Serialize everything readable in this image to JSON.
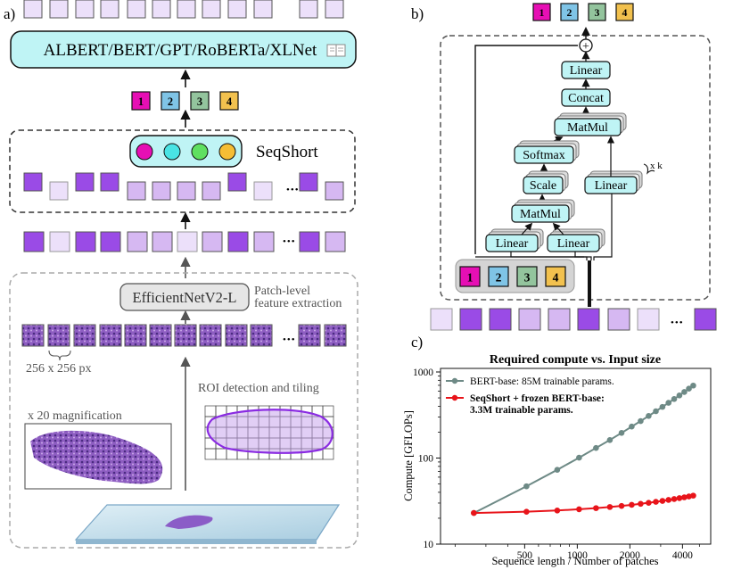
{
  "panels": {
    "a": "a)",
    "b": "b)",
    "c": "c)"
  },
  "panel_a": {
    "model_box": "ALBERT/BERT/GPT/RoBERTa/XLNet",
    "book_icon": "book-icon",
    "class_labels": [
      "1",
      "2",
      "3",
      "4"
    ],
    "seqshort_label": "SeqShort",
    "ellipsis": "•••",
    "effnet_label": "EfficientNetV2-L",
    "patch_feat_line1": "Patch-level",
    "patch_feat_line2": "feature extraction",
    "tile_size": "256 x 256 px",
    "magnification": "x 20 magnification",
    "roi_label": "ROI detection and tiling"
  },
  "panel_b": {
    "class_labels": [
      "1",
      "2",
      "3",
      "4"
    ],
    "plus": "+",
    "linear_top": "Linear",
    "concat": "Concat",
    "matmul_top": "MatMul",
    "softmax": "Softmax",
    "scale": "Scale",
    "linear_mid": "Linear",
    "repeat": "x k",
    "matmul_bottom": "MatMul",
    "linear_q": "Linear",
    "linear_k": "Linear",
    "ellipsis": "•••"
  },
  "colors": {
    "class1": "#e60fb4",
    "class2": "#7fc4e6",
    "class3": "#93c49d",
    "class4": "#f2c14e",
    "cyan": "#bff4f5",
    "dark_purple": "#9a4be6",
    "light_purple": "#d6b8f2",
    "pale_purple": "#ece0fa"
  },
  "chart_data": {
    "type": "line",
    "title": "Required compute vs. Input size",
    "xlabel": "Sequence length / Number of patches",
    "ylabel": "Compute [GFLOPs]",
    "xscale": "log",
    "yscale": "log",
    "xlim": [
      165,
      5800
    ],
    "ylim": [
      10,
      1100
    ],
    "xticks": [
      500,
      1000,
      2000,
      4000
    ],
    "xticklabels": [
      "500",
      "1000",
      "2000",
      "4000"
    ],
    "yticks": [
      10,
      100,
      1000
    ],
    "yticklabels": [
      "10",
      "100",
      "1000"
    ],
    "legend_position": "top-left",
    "series": [
      {
        "name": "BERT-base: 85M trainable params.",
        "color": "#6e8a86",
        "x": [
          256,
          512,
          768,
          1024,
          1280,
          1536,
          1792,
          2048,
          2304,
          2560,
          2816,
          3072,
          3328,
          3584,
          3840,
          4096,
          4352,
          4608
        ],
        "y": [
          23,
          47,
          73,
          101,
          131,
          162,
          196,
          232,
          269,
          308,
          350,
          393,
          438,
          485,
          534,
          585,
          640,
          695
        ]
      },
      {
        "name": "SeqShort + frozen BERT-base: 3.3M trainable params.",
        "color": "#e8141a",
        "x": [
          256,
          512,
          768,
          1024,
          1280,
          1536,
          1792,
          2048,
          2304,
          2560,
          2816,
          3072,
          3328,
          3584,
          3840,
          4096,
          4352,
          4608
        ],
        "y": [
          23.0,
          23.8,
          24.6,
          25.4,
          26.2,
          27.0,
          27.8,
          28.6,
          29.4,
          30.2,
          31.0,
          31.8,
          32.6,
          33.4,
          34.2,
          35.0,
          35.8,
          36.6
        ]
      }
    ]
  }
}
